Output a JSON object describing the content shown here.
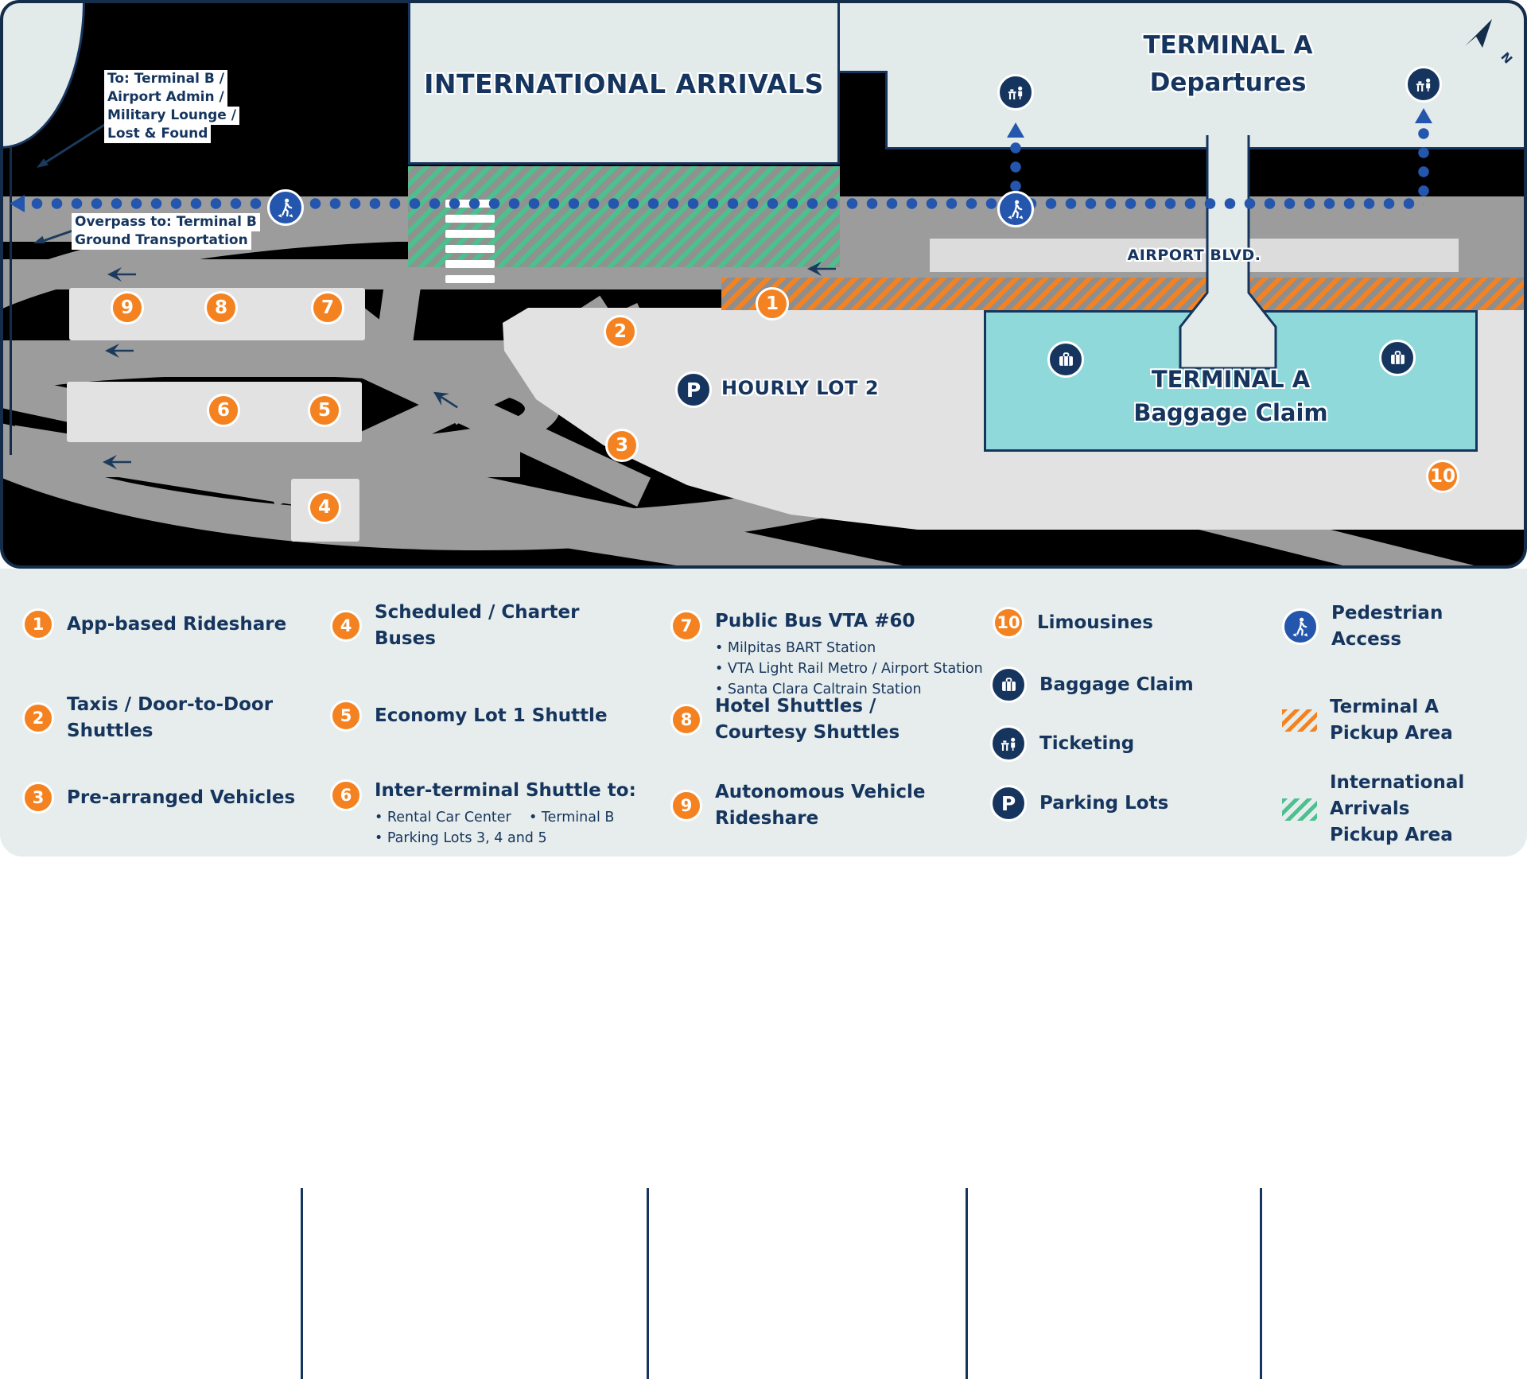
{
  "colors": {
    "navy": "#16355e",
    "orange": "#f58220",
    "blue": "#2456ad",
    "teal": "#8fd9da",
    "green": "#4cc08f",
    "road_gray": "#9c9c9c",
    "building_pale": "#e3eaea"
  },
  "map": {
    "labels": {
      "international_arrivals": "INTERNATIONAL ARRIVALS",
      "terminal_a_departures": "TERMINAL A\nDepartures",
      "terminal_a_baggage": "TERMINAL A\nBaggage Claim",
      "hourly_lot": "HOURLY LOT 2",
      "airport_blvd": "AIRPORT BLVD.",
      "to_terminal_b": [
        "To: Terminal B /",
        "Airport Admin /",
        "Military Lounge /",
        "Lost & Found"
      ],
      "overpass": [
        "Overpass to: Terminal B",
        "Ground Transportation"
      ],
      "north": "N",
      "parking_glyph": "P"
    },
    "markers": [
      "1",
      "2",
      "3",
      "4",
      "5",
      "6",
      "7",
      "8",
      "9",
      "10"
    ]
  },
  "legend": {
    "columns": [
      {
        "items": [
          {
            "badge": "1",
            "label": "App-based Rideshare"
          },
          {
            "badge": "2",
            "label": "Taxis / Door-to-Door\nShuttles"
          },
          {
            "badge": "3",
            "label": "Pre-arranged Vehicles"
          }
        ]
      },
      {
        "items": [
          {
            "badge": "4",
            "label": "Scheduled / Charter\nBuses"
          },
          {
            "badge": "5",
            "label": "Economy Lot 1 Shuttle"
          },
          {
            "badge": "6",
            "label": "Inter-terminal Shuttle to:",
            "bullets": [
              "• Rental Car Center    • Terminal B",
              "• Parking Lots 3, 4 and 5"
            ]
          }
        ]
      },
      {
        "items": [
          {
            "badge": "7",
            "label": "Public Bus VTA #60",
            "bullets": [
              "• Milpitas BART Station",
              "• VTA Light Rail Metro / Airport Station",
              "• Santa Clara Caltrain Station"
            ]
          },
          {
            "badge": "8",
            "label": "Hotel Shuttles /\nCourtesy Shuttles"
          },
          {
            "badge": "9",
            "label": "Autonomous Vehicle\nRideshare"
          }
        ]
      },
      {
        "items": [
          {
            "badge": "10",
            "label": "Limousines"
          },
          {
            "icon": "baggage-icon",
            "label": "Baggage Claim"
          },
          {
            "icon": "ticketing-icon",
            "label": "Ticketing"
          },
          {
            "icon": "parking-icon",
            "label": "Parking Lots"
          }
        ]
      },
      {
        "items": [
          {
            "icon": "pedestrian-icon",
            "label": "Pedestrian\nAccess"
          },
          {
            "icon": "terminal-a-pickup-swatch",
            "label": "Terminal A\nPickup Area"
          },
          {
            "icon": "international-arrivals-pickup-swatch",
            "label": "International\nArrivals\nPickup Area"
          }
        ]
      }
    ]
  }
}
